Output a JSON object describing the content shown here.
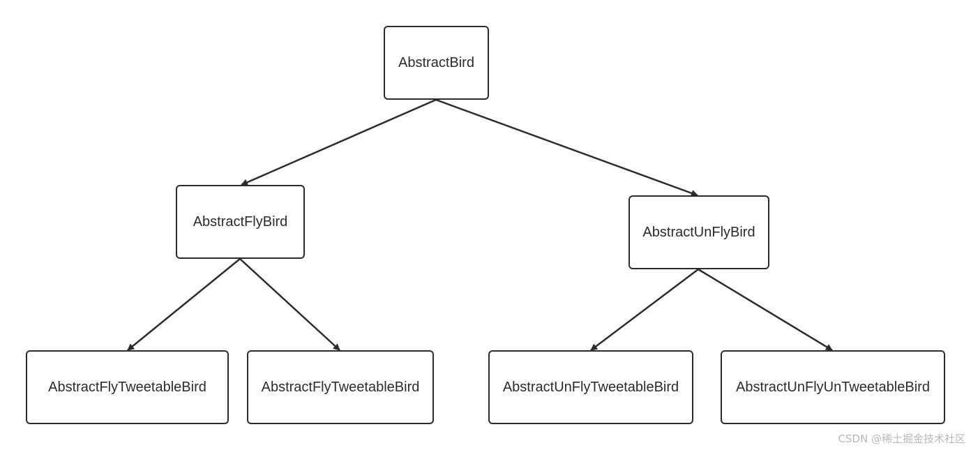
{
  "diagram": {
    "nodes": [
      {
        "id": "abstract-bird",
        "label": "AbstractBird"
      },
      {
        "id": "abstract-fly-bird",
        "label": "AbstractFlyBird"
      },
      {
        "id": "abstract-unfly-bird",
        "label": "AbstractUnFlyBird"
      },
      {
        "id": "abstract-fly-tweetable-bird-1",
        "label": "AbstractFlyTweetableBird"
      },
      {
        "id": "abstract-fly-tweetable-bird-2",
        "label": "AbstractFlyTweetableBird"
      },
      {
        "id": "abstract-unfly-tweetable-bird",
        "label": "AbstractUnFlyTweetableBird"
      },
      {
        "id": "abstract-unfly-untweetable-bird",
        "label": "AbstractUnFlyUnTweetableBird"
      }
    ],
    "edges": [
      {
        "from": "abstract-bird",
        "to": "abstract-fly-bird"
      },
      {
        "from": "abstract-bird",
        "to": "abstract-unfly-bird"
      },
      {
        "from": "abstract-fly-bird",
        "to": "abstract-fly-tweetable-bird-1"
      },
      {
        "from": "abstract-fly-bird",
        "to": "abstract-fly-tweetable-bird-2"
      },
      {
        "from": "abstract-unfly-bird",
        "to": "abstract-unfly-tweetable-bird"
      },
      {
        "from": "abstract-unfly-bird",
        "to": "abstract-unfly-untweetable-bird"
      }
    ],
    "edge_color": "#2b2b2b"
  },
  "watermark": "CSDN @稀土掘金技术社区"
}
